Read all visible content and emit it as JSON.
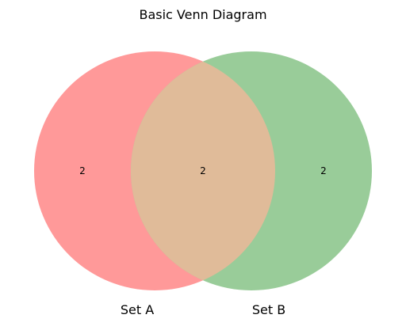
{
  "diagram": {
    "title": "Basic Venn Diagram",
    "sets": [
      {
        "label": "Set A",
        "only_count": "2",
        "color": "#ff9999"
      },
      {
        "label": "Set B",
        "only_count": "2",
        "color": "#99cc99"
      }
    ],
    "intersection": {
      "count": "2",
      "color": "#e0bb99"
    }
  }
}
